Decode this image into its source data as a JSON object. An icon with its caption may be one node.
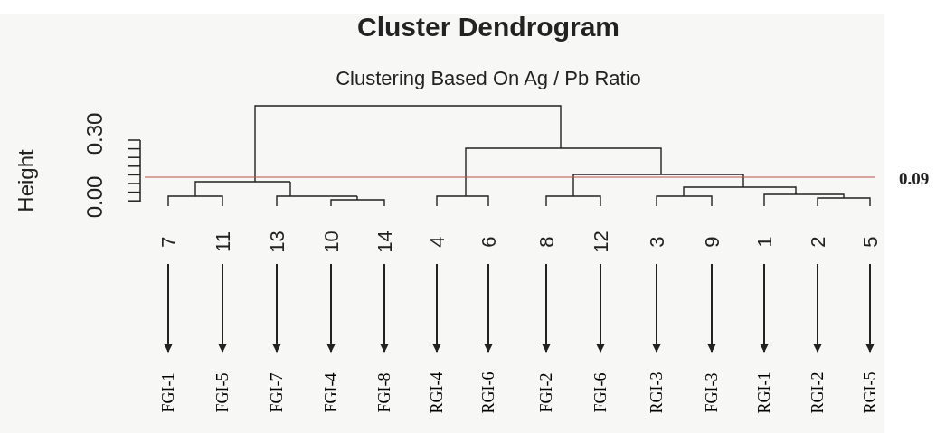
{
  "diagram": {
    "title": "Cluster Dendrogram",
    "nodes": [
      {
        "text": [
          "7"
        ]
      },
      {
        "text": [
          "11"
        ]
      },
      {
        "text": [
          "13"
        ]
      },
      {
        "text": [
          "10"
        ]
      },
      {
        "text": [
          "14"
        ]
      },
      {
        "text": [
          "4"
        ]
      },
      {
        "text": [
          "6"
        ]
      },
      {
        "text": [
          "8"
        ]
      },
      {
        "text": [
          "12"
        ]
      },
      {
        "text": [
          "3"
        ]
      },
      {
        "text": [
          "9"
        ]
      },
      {
        "text": [
          "1"
        ]
      },
      {
        "text": [
          "2"
        ]
      },
      {
        "text": [
          "5"
        ]
      },
      {
        "text": [
          "FGI-1"
        ]
      },
      {
        "text": [
          "FGI-5"
        ]
      },
      {
        "text": [
          "FGI-7"
        ]
      },
      {
        "text": [
          "FGI-4"
        ]
      },
      {
        "text": [
          "FGI-8"
        ]
      },
      {
        "text": [
          "RGI-4"
        ]
      },
      {
        "text": [
          "RGI-6"
        ]
      },
      {
        "text": [
          "FGI-2"
        ]
      },
      {
        "text": [
          "FGI-6"
        ]
      },
      {
        "text": [
          "RGI-3"
        ]
      },
      {
        "text": [
          "FGI-3"
        ]
      },
      {
        "text": [
          "RGI-1"
        ]
      },
      {
        "text": [
          "RGI-2"
        ]
      },
      {
        "text": [
          "RGI-5"
        ]
      }
    ],
    "edges": [
      {
        "from": 0,
        "to": 14,
        "arrow": "to"
      },
      {
        "from": 1,
        "to": 15,
        "arrow": "to"
      },
      {
        "from": 2,
        "to": 16,
        "arrow": "to"
      },
      {
        "from": 3,
        "to": 17,
        "arrow": "to"
      },
      {
        "from": 4,
        "to": 18,
        "arrow": "to"
      },
      {
        "from": 5,
        "to": 19,
        "arrow": "to"
      },
      {
        "from": 6,
        "to": 20,
        "arrow": "to"
      },
      {
        "from": 7,
        "to": 21,
        "arrow": "to"
      },
      {
        "from": 8,
        "to": 22,
        "arrow": "to"
      },
      {
        "from": 9,
        "to": 23,
        "arrow": "to"
      },
      {
        "from": 10,
        "to": 24,
        "arrow": "to"
      },
      {
        "from": 11,
        "to": 25,
        "arrow": "to"
      },
      {
        "from": 12,
        "to": 26,
        "arrow": "to"
      },
      {
        "from": 13,
        "to": 27,
        "arrow": "to"
      }
    ],
    "labels": [
      "Clustering Based On Ag / Pb Ratio",
      "Height",
      "0.00",
      "0.30",
      "0.09"
    ]
  }
}
